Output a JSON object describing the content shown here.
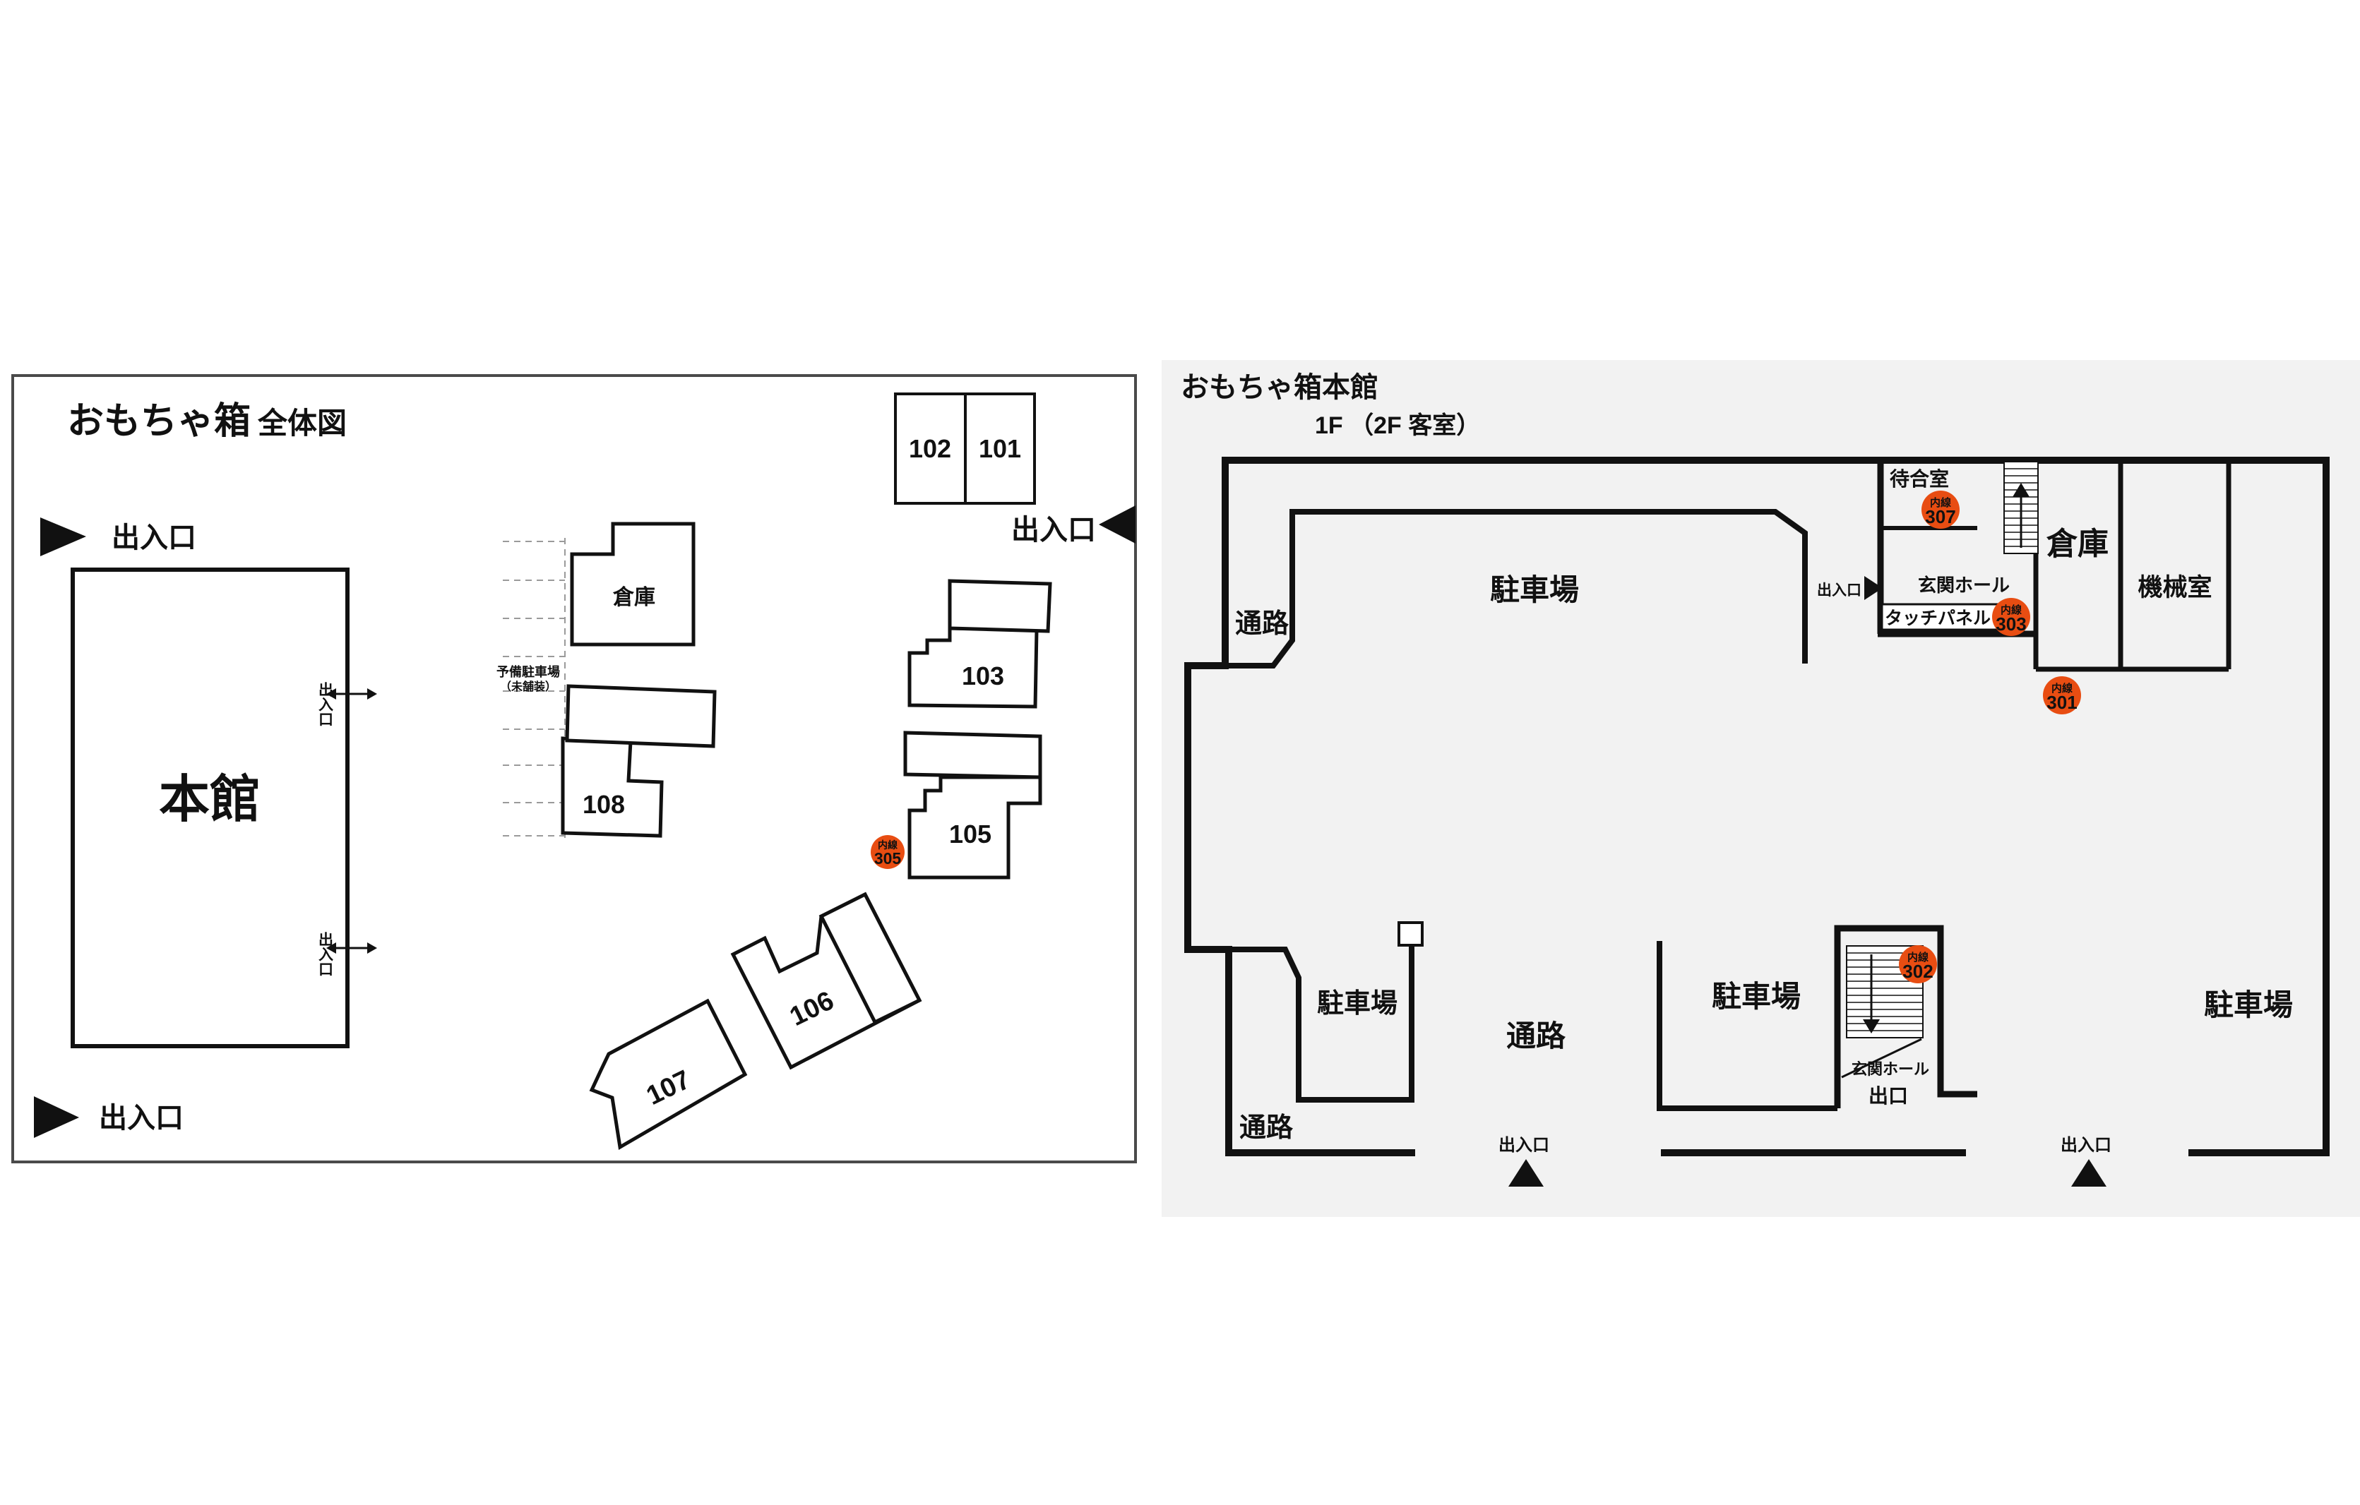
{
  "colors": {
    "badge_fill": "#e84d12",
    "badge_prefix_text": "#ffd54a",
    "badge_number_text": "#fff3b0",
    "wall": "#111111",
    "right_panel_bg": "#f2f2f2",
    "dashed_line": "#9a9a9a"
  },
  "left": {
    "title_main": "おもちゃ箱",
    "title_sub": "全体図",
    "entrance": "出入口",
    "honkan": "本館",
    "souko": "倉庫",
    "spare1": "予備駐車場",
    "spare2": "（未舗装）",
    "r101": "101",
    "r102": "102",
    "r103": "103",
    "r105": "105",
    "r106": "106",
    "r107": "107",
    "r108": "108",
    "badge_prefix": "内線",
    "badge305": "305"
  },
  "right": {
    "title1": "おもちゃ箱本館",
    "title2": "1F （2F 客室）",
    "passage": "通路",
    "parking": "駐車場",
    "entrance": "出入口",
    "exit": "出口",
    "waiting": "待合室",
    "hall": "玄関ホール",
    "warehouse": "倉庫",
    "machine": "機械室",
    "touch": "タッチパネル",
    "badge_prefix": "内線",
    "b301": "301",
    "b302": "302",
    "b303": "303",
    "b307": "307"
  }
}
